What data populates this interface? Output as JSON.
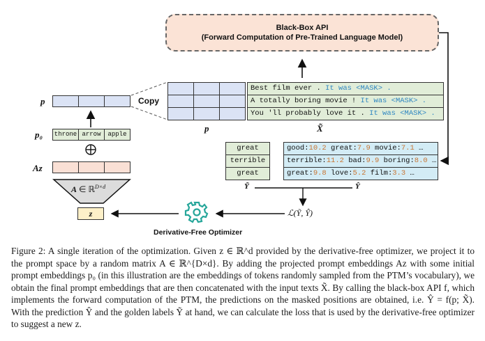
{
  "api": {
    "title": "Black-Box API",
    "subtitle": "(Forward Computation of Pre-Trained Language Model)"
  },
  "labels": {
    "p": "p",
    "p0": "p₀",
    "az": "Az",
    "matrix": "A ∈ ℝ^{D×d}",
    "z": "z",
    "copy": "Copy",
    "p_under_grid": "p",
    "x_tilde": "X̃",
    "y_tilde": "Ỹ",
    "y_hat": "Ŷ",
    "loss": "ℒ(Ỹ, Ŷ)",
    "optimizer": "Derivative-Free Optimizer"
  },
  "p0_tokens": [
    "throne",
    "arrow",
    "apple"
  ],
  "inputs": [
    {
      "text": "Best film ever . ",
      "template": "It was <MASK> ."
    },
    {
      "text": "A totally boring movie ! ",
      "template": "It was <MASK> ."
    },
    {
      "text": "You 'll probably love it . ",
      "template": "It was <MASK> ."
    }
  ],
  "golden_labels": [
    "great",
    "terrible",
    "great"
  ],
  "predictions": [
    [
      {
        "w": "good:",
        "v": "10.2"
      },
      {
        "w": " great:",
        "v": "7.9"
      },
      {
        "w": " movie:",
        "v": "7.1"
      }
    ],
    [
      {
        "w": "terrible:",
        "v": "11.2"
      },
      {
        "w": " bad:",
        "v": "9.9"
      },
      {
        "w": " boring:",
        "v": "8.0"
      }
    ],
    [
      {
        "w": "great:",
        "v": "9.8"
      },
      {
        "w": " love:",
        "v": "5.2"
      },
      {
        "w": " film:",
        "v": "3.3"
      }
    ]
  ],
  "ellipsis": " …",
  "colors": {
    "optimizer_icon": "#26a69a",
    "template_text": "#2e86c1",
    "score_text": "#c87533"
  },
  "caption": {
    "figure_label": "Figure 2:",
    "text": " A single iteration of the optimization. Given z ∈ ℝ^d provided by the derivative-free optimizer, we project it to the prompt space by a random matrix A ∈ ℝ^{D×d}. By adding the projected prompt embeddings Az with some initial prompt embeddings p₀ (in this illustration are the embeddings of tokens randomly sampled from the PTM’s vocabulary), we obtain the final prompt embeddings that are then concatenated with the input texts X̃. By calling the black-box API f, which implements the forward computation of the PTM, the predictions on the masked positions are obtained, i.e. Ŷ = f(p; X̃). With the prediction Ŷ and the golden labels Ỹ at hand, we can calculate the loss that is used by the derivative-free optimizer to suggest a new z."
  }
}
